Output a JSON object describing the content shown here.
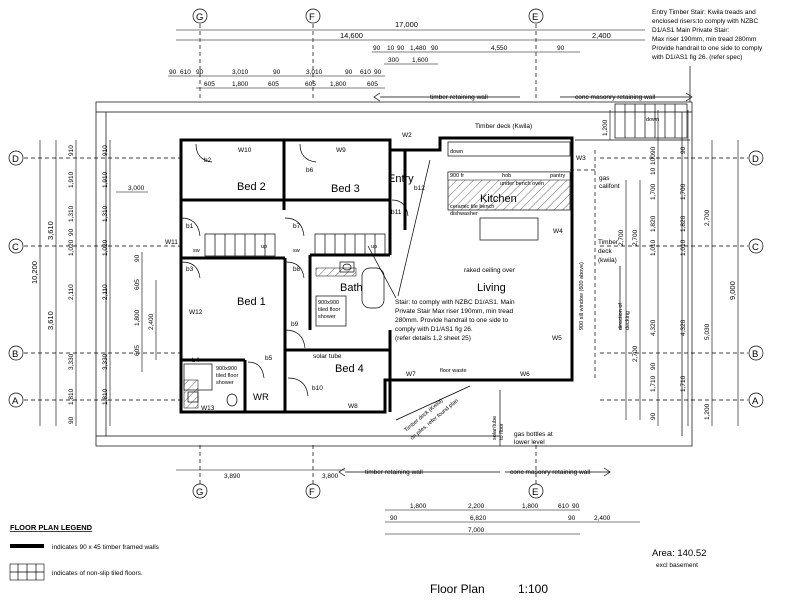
{
  "title": "Floor Plan",
  "scale": "1:100",
  "area": "Area: 140.52",
  "area_note": "excl basement",
  "legend": {
    "heading": "FLOOR PLAN LEGEND",
    "walls": "indicates 90 x 45 timber framed walls",
    "tiles": "indicates of non-slip tiled floors."
  },
  "note_entry_stair": [
    "Entry Timber Stair: Kwila treads and",
    "enclosed risers:to comply with NZBC",
    "D1/AS1  Main Private Stair:",
    "Max riser 190mm, min tread 280mm",
    "Provide handrail to one side to comply",
    "with D1/AS1 fig 26. (refer spec)"
  ],
  "note_stair": [
    "Stair: to comply with NZBC D1/AS1.  Main",
    "Private Stair Max riser 190mm, min tread",
    "280mm. Provide handrail to one side to",
    "comply with D1/AS1 fig 26.",
    "(refer details 1,2 sheet 25)"
  ],
  "grid_labels": {
    "top": [
      "G",
      "F",
      "E"
    ],
    "side": [
      "D",
      "C",
      "B",
      "A"
    ]
  },
  "rooms": {
    "bed1": "Bed 1",
    "bed2": "Bed 2",
    "bed3": "Bed 3",
    "bed4": "Bed 4",
    "bath": "Bath",
    "wr": "WR",
    "entry": "Entry",
    "kitchen": "Kitchen",
    "living": "Living",
    "living_note": "raked ceiling over"
  },
  "labels": {
    "timber_retaining_top": "timber retaining wall",
    "conc_masonry_top": "conc masonry retaining wall",
    "timber_retaining_bottom": "timber retaining wall",
    "conc_masonry_bottom": "conc masonry retaining wall",
    "deck_top": "Timber deck (Kwila)",
    "deck_right": [
      "Timber",
      "deck",
      "(kwila)"
    ],
    "deck_direction": [
      "direction of",
      "decking"
    ],
    "deck_bottom": [
      "Timber deck (Kwila)",
      "on piles, refer found plan"
    ],
    "gas_bottles": [
      "gas bottles at",
      "lower level"
    ],
    "gas_califont": [
      "gas",
      "califont"
    ],
    "solar_tube": "solar tube",
    "down": "down",
    "floor_waste": "floor waste",
    "fridge": "900 fr",
    "hob": "hob",
    "oven": "under bench oven",
    "pantry": "pantry",
    "window_note": "900 sill window (600 above)",
    "shower1": [
      "900x900",
      "tiled floor",
      "shower"
    ],
    "shower2": [
      "900x900",
      "tiled floor",
      "shower"
    ],
    "base_note": [
      "solar/tube",
      "to floor"
    ],
    "kitchen_bench": "ceramic tile bench",
    "kitchen_dishwasher": "dishwasher",
    "sw": "sw",
    "up": "up"
  },
  "windows": [
    "W10",
    "W9",
    "W2",
    "W3",
    "W4",
    "W5",
    "W6",
    "W7",
    "W8",
    "W11",
    "W12",
    "W13"
  ],
  "doors": [
    "b2",
    "b6",
    "b1",
    "b7",
    "b3",
    "b8",
    "b9",
    "b4",
    "b5",
    "b10",
    "b11",
    "b12"
  ],
  "dims_top": {
    "row1": [
      "17,000"
    ],
    "row2": [
      "14,600",
      "2,400"
    ],
    "row3": [
      "90",
      "10",
      "90",
      "1,480",
      "90",
      "4,550",
      "90"
    ],
    "row4": [
      "300",
      "1,600"
    ],
    "row5": [
      "90",
      "610",
      "90",
      "3,010",
      "90",
      "3,010",
      "90",
      "610",
      "90"
    ],
    "row6": [
      "605",
      "1,800",
      "605",
      "605",
      "1,800",
      "605"
    ]
  },
  "dims_bottom": {
    "row1": [
      "3,890",
      "3,800"
    ],
    "row2": [
      "1,800",
      "2,200",
      "1,800",
      "610",
      "90"
    ],
    "row3": [
      "90",
      "6,820",
      "90",
      "2,400"
    ],
    "row4": [
      "7,000"
    ]
  },
  "dims_left": {
    "outer": "10,200",
    "mid": [
      "3,610",
      "3,610"
    ],
    "col": [
      "910",
      "1,910",
      "1,310",
      "90",
      "1,020",
      "2,110",
      "3,330",
      "1,810",
      "90"
    ],
    "inner": [
      "90",
      "605",
      "1,800",
      "605",
      "2,400"
    ],
    "w11": "3,000"
  },
  "dims_right": {
    "outer": "9,000",
    "mid": [
      "2,700",
      "5,030",
      "1,200"
    ],
    "col": [
      "1,200",
      "90",
      "100",
      "10",
      "1,700",
      "1,820",
      "1,010",
      "4,320",
      "90",
      "1,710",
      "90"
    ],
    "inner": [
      "2,700",
      "2,700",
      "2,700"
    ]
  }
}
